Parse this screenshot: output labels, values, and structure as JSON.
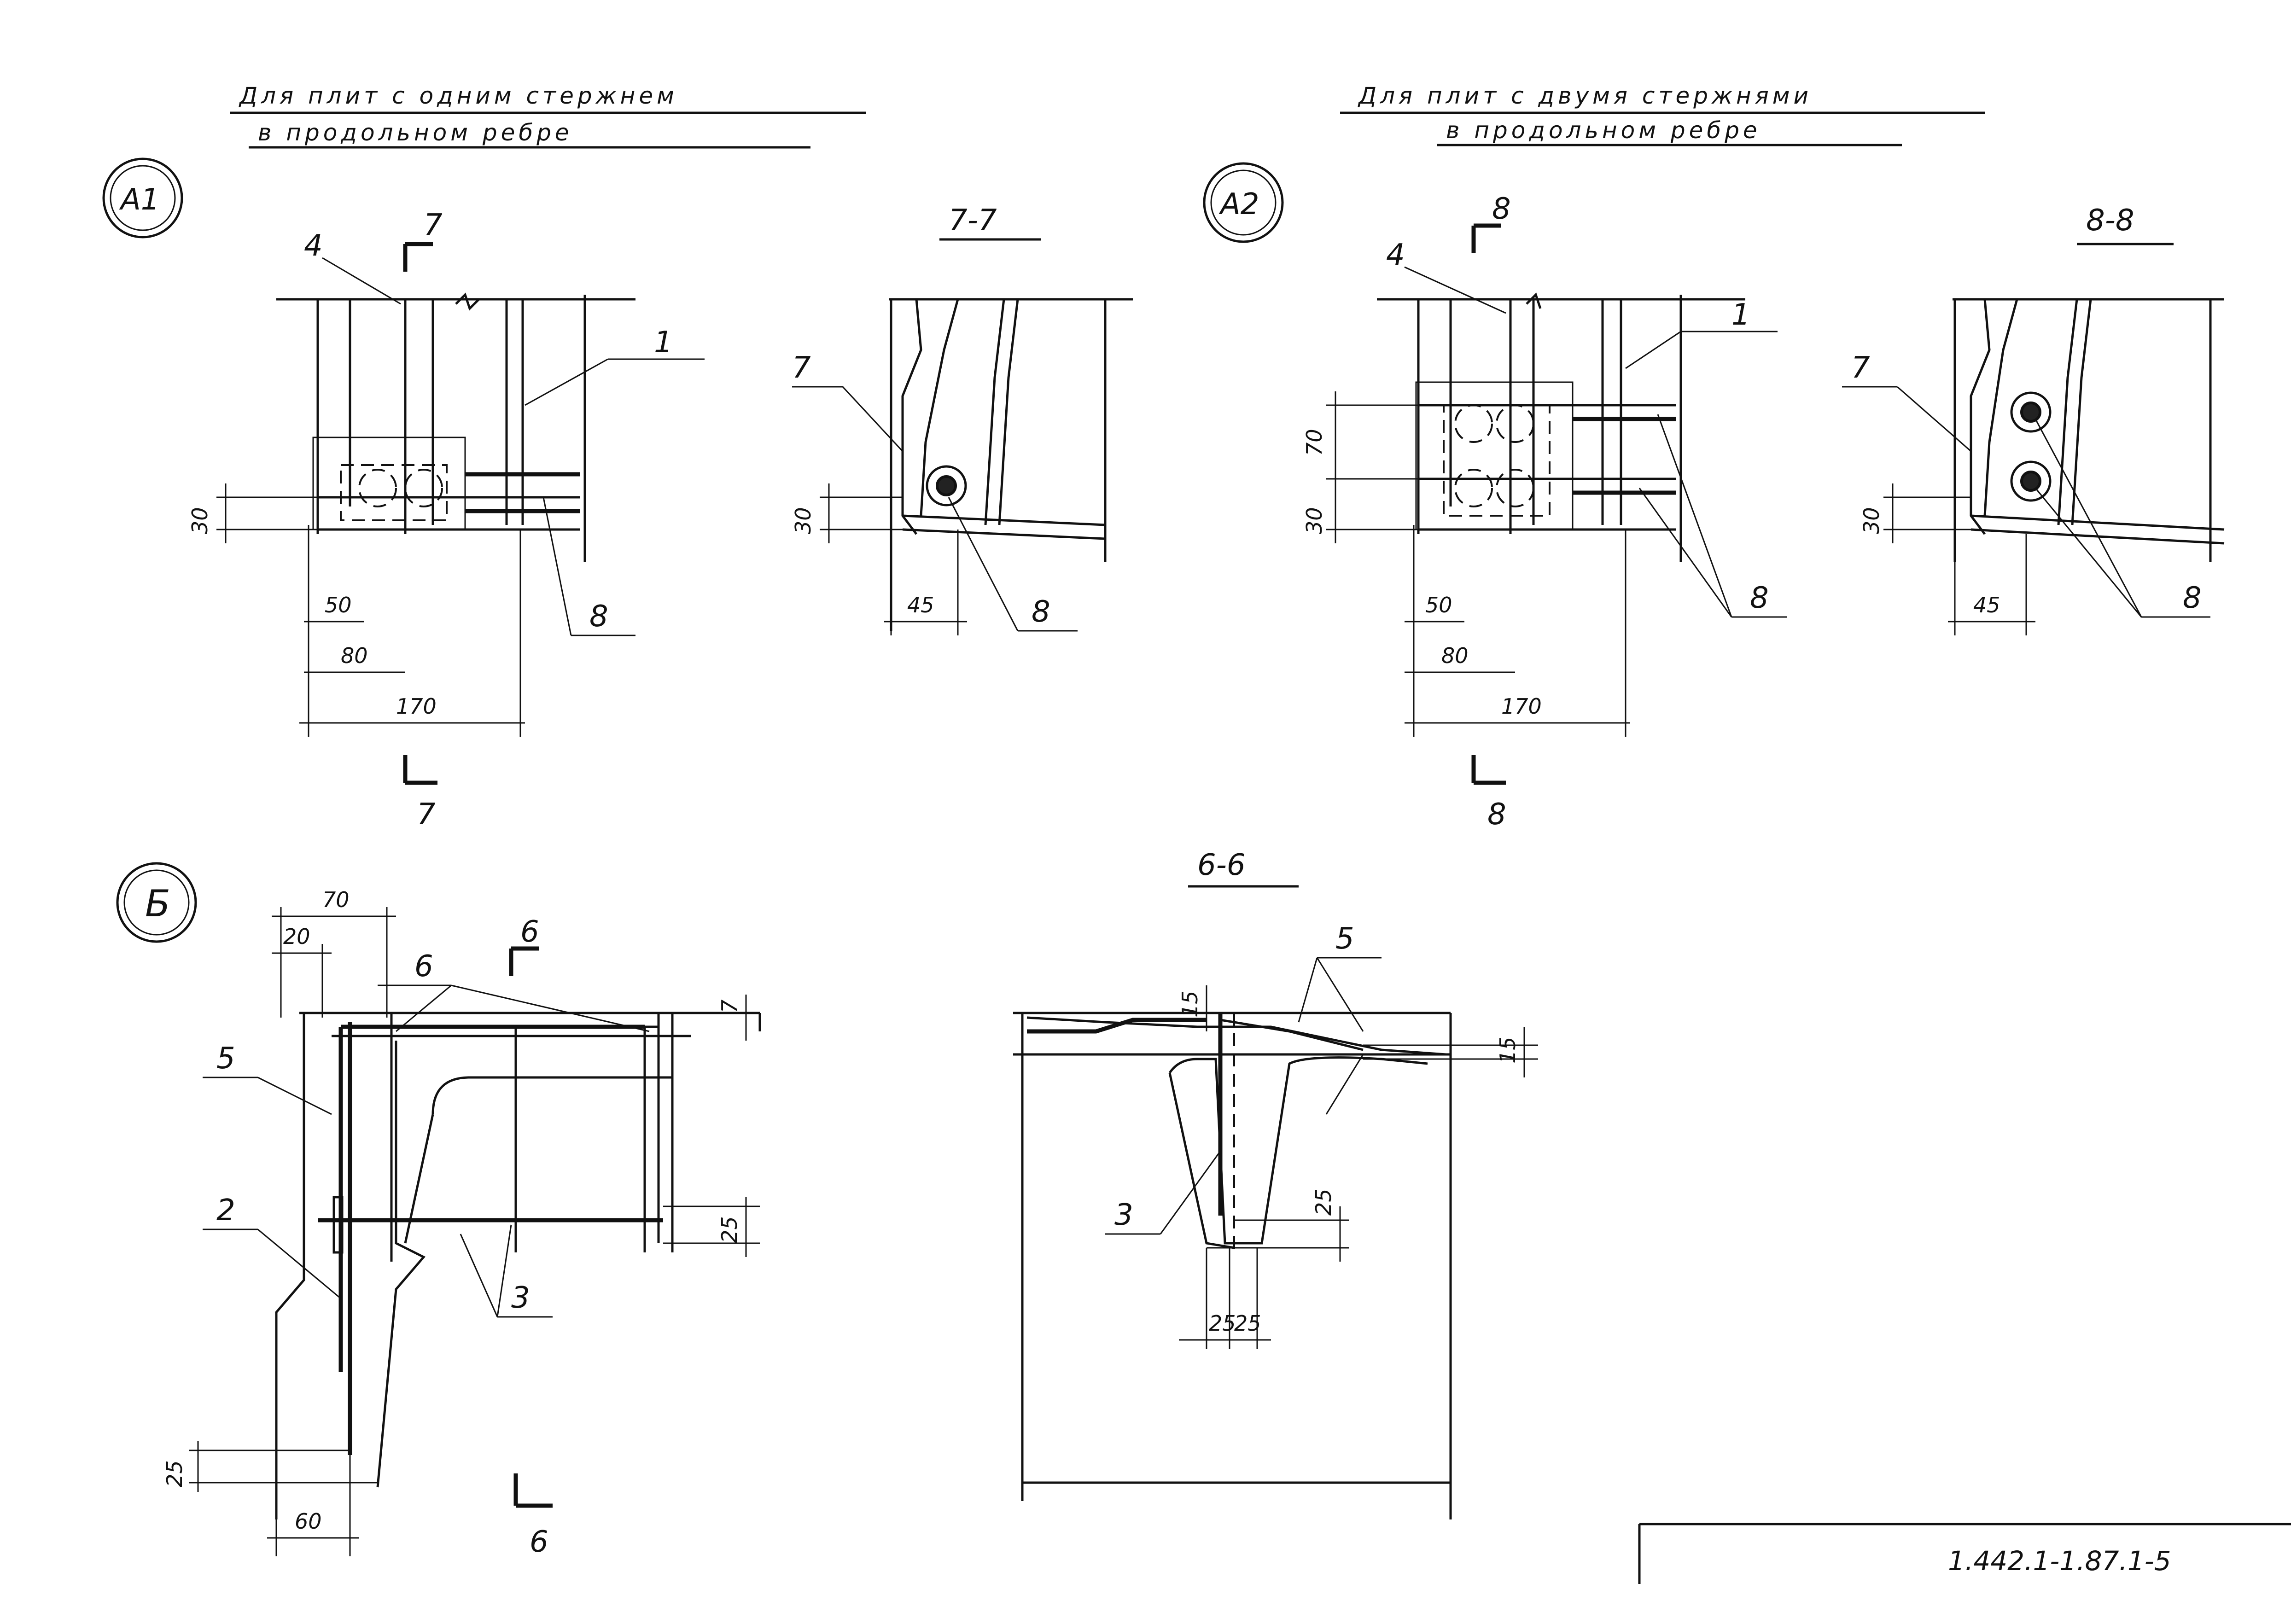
{
  "headings": {
    "left_line1": "Для плит с одним стержнем",
    "left_line2": "в продольном ребре",
    "right_line1": "Для плит с двумя стержнями",
    "right_line2": "в продольном ребре"
  },
  "callouts": {
    "a1": "А1",
    "a2": "А2",
    "b": "Б"
  },
  "sections": {
    "s77": "7-7",
    "s88": "8-8",
    "s66": "6-6"
  },
  "cut_marks": {
    "seven": "7",
    "eight": "8",
    "six": "6"
  },
  "positions": {
    "p1": "1",
    "p2": "2",
    "p3": "3",
    "p4": "4",
    "p5": "5",
    "p6": "6",
    "p7": "7",
    "p8": "8"
  },
  "dimensions": {
    "d15": "15",
    "d20": "20",
    "d25": "25",
    "d30": "30",
    "d45": "45",
    "d50": "50",
    "d60": "60",
    "d70": "70",
    "d80": "80",
    "d170": "170"
  },
  "stamp": {
    "code": "1.442.1-1.87.1-5"
  }
}
